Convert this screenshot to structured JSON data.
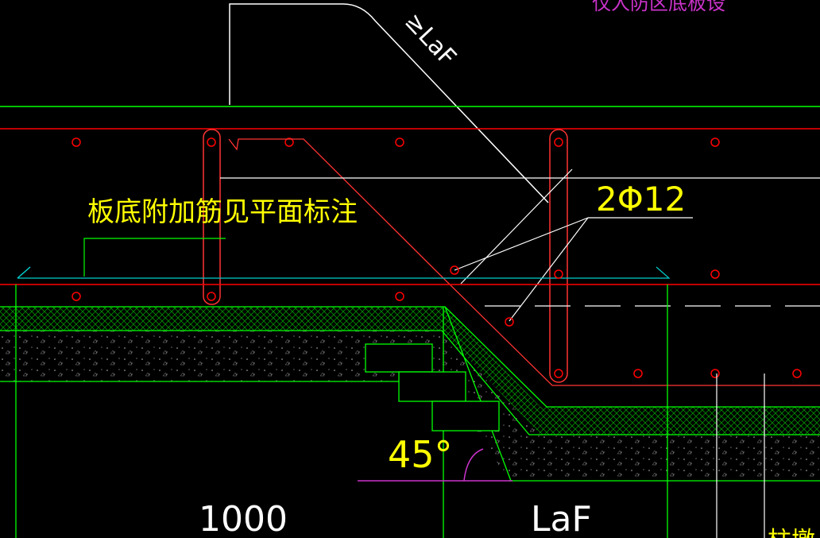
{
  "labels": {
    "top_note": "仅人防区底板设",
    "anchor_top": "≥LaF",
    "bottom_rebar_note": "板底附加筋见平面标注",
    "rebar_spec": "2Φ12",
    "angle": "45°",
    "dim_left": "1000",
    "dim_right": "LaF",
    "bottom_right_fragment": "柱墩"
  },
  "colors": {
    "background": "#000000",
    "concrete_line": "#00ff00",
    "rebar": "#ff0000",
    "leader": "#ffffff",
    "text_yellow": "#ffff00",
    "text_magenta": "#cc33cc",
    "cyan": "#00cccc",
    "stirrup": "#ff3333"
  }
}
